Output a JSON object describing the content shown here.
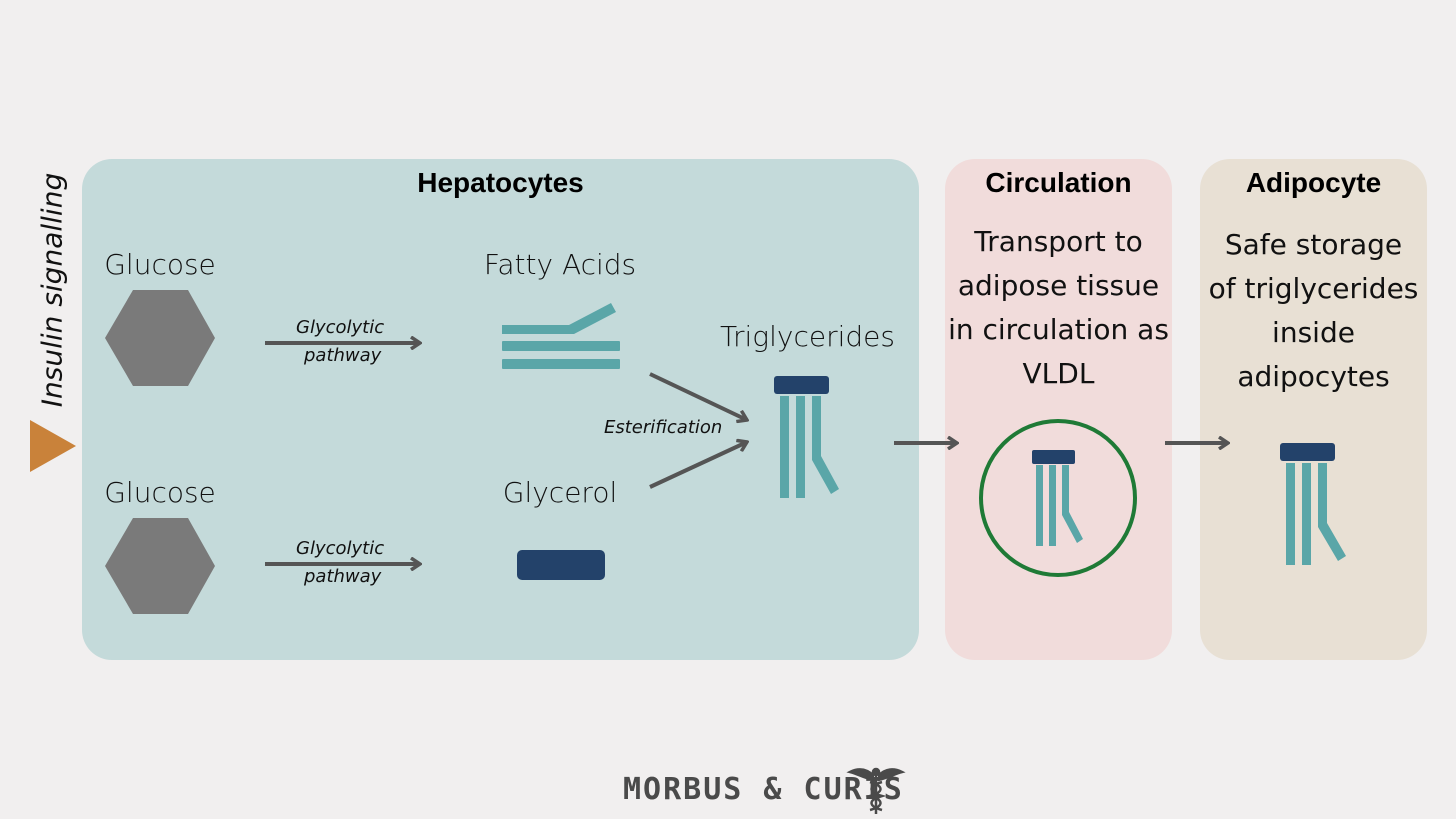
{
  "side_label": "Insulin signalling",
  "panels": {
    "hepatocytes": {
      "title": "Hepatocytes"
    },
    "circulation": {
      "title": "Circulation",
      "description_lines": [
        "Transport to",
        "adipose tissue",
        "in circulation as",
        "VLDL"
      ]
    },
    "adipocyte": {
      "title": "Adipocyte",
      "description_lines": [
        "Safe storage",
        "of triglycerides",
        "inside",
        "adipocytes"
      ]
    }
  },
  "molecules": {
    "glucose_top": "Glucose",
    "glucose_bottom": "Glucose",
    "fatty_acids": "Fatty Acids",
    "glycerol": "Glycerol",
    "triglycerides": "Triglycerides"
  },
  "pathways": {
    "top": [
      "Glycolytic",
      "pathway"
    ],
    "bottom": [
      "Glycolytic",
      "pathway"
    ],
    "esterification": "Esterification"
  },
  "brand": "MORBUS & CURIS",
  "colors": {
    "hepatocytes_bg": "#c4dada",
    "circulation_bg": "#f1dcdb",
    "adipocyte_bg": "#e8e0d4",
    "glucose": "#7a7a7a",
    "fatty_chain": "#5aa6a8",
    "glycerol": "#23426a",
    "arrow": "#555555",
    "insulin_marker": "#c9823a",
    "vldl_ring": "#1f7a36"
  }
}
